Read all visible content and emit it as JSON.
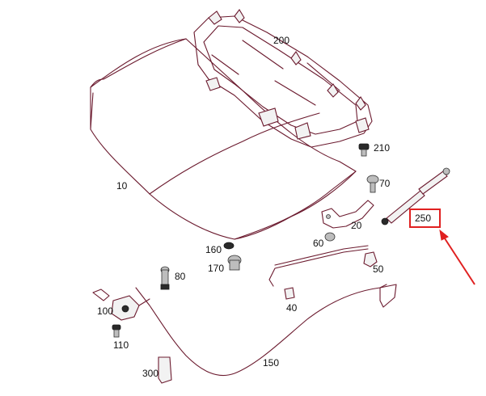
{
  "callouts": {
    "hood": "10",
    "hinge": "20",
    "latch_assembly": "100",
    "clip_40": "40",
    "clip_50": "50",
    "grommet_60": "60",
    "bolt_70": "70",
    "buffer_80": "80",
    "bolt_110": "110",
    "cable": "150",
    "stop_160": "160",
    "buffer_170": "170",
    "insulation_panel": "200",
    "nut_210": "210",
    "gas_strut": "250",
    "bracket_300": "300"
  },
  "highlight": {
    "target": "250",
    "color": "#e02020"
  },
  "colors": {
    "line_art": "#6b1a2e",
    "callout_box": "#e02020",
    "arrow": "#e02020"
  }
}
